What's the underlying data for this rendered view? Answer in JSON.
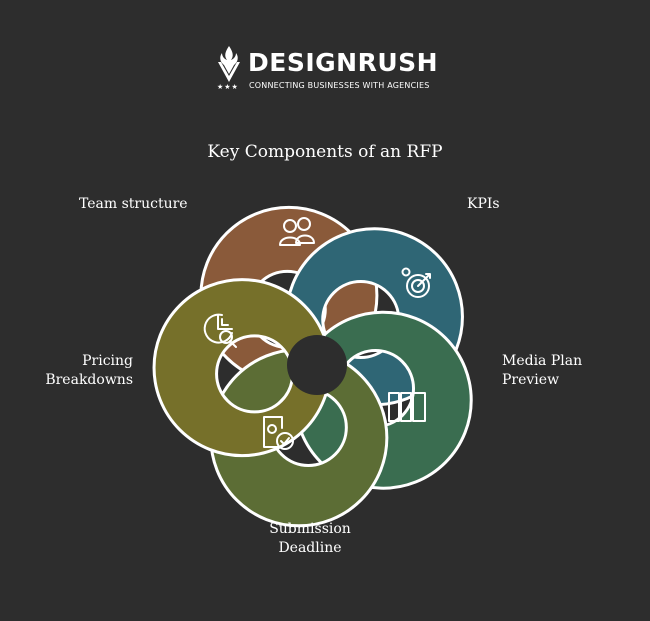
{
  "brand": {
    "name": "DESIGNRUSH",
    "tagline": "CONNECTING BUSINESSES WITH AGENCIES",
    "stars": "★★★"
  },
  "title": "Key Components of an RFP",
  "components": [
    {
      "id": "team",
      "lines": [
        "Team structure"
      ],
      "color": "#8a5a3a",
      "icon": "team-icon"
    },
    {
      "id": "kpi",
      "lines": [
        "KPIs"
      ],
      "color": "#2f6675",
      "icon": "target-icon"
    },
    {
      "id": "media",
      "lines": [
        "Media Plan",
        "Preview"
      ],
      "color": "#3a6d50",
      "icon": "columns-icon"
    },
    {
      "id": "sub",
      "lines": [
        "Submission",
        "Deadline"
      ],
      "color": "#5c6d35",
      "icon": "clock-document-icon"
    },
    {
      "id": "price",
      "lines": [
        "Pricing",
        "Breakdowns"
      ],
      "color": "#76702a",
      "icon": "pie-search-icon"
    }
  ],
  "colors": {
    "background": "#2d2d2d",
    "stroke": "#ffffff"
  }
}
